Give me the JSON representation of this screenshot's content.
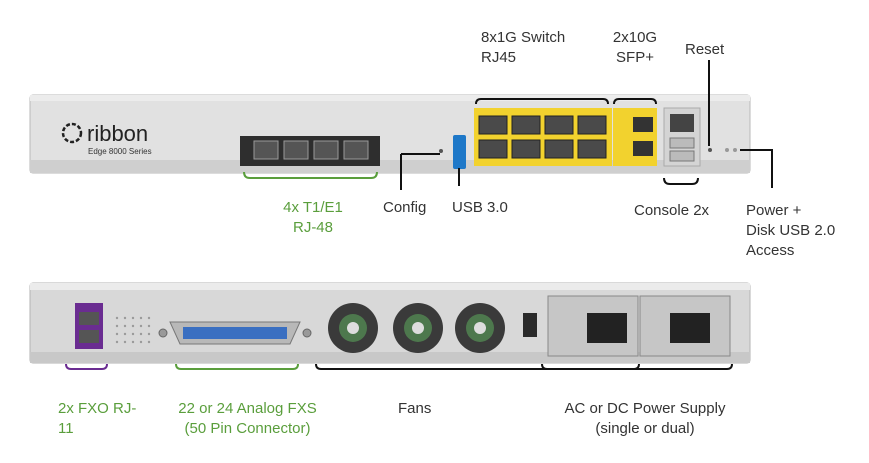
{
  "device": {
    "logo_text": "ribbon",
    "model_text": "Edge 8000 Series"
  },
  "labels": {
    "switch": [
      "8x1G Switch",
      "RJ45"
    ],
    "sfp": [
      "2x10G",
      "SFP+"
    ],
    "reset": "Reset",
    "t1e1": [
      "4x T1/E1",
      "RJ-48"
    ],
    "config": "Config",
    "usb3": "USB  3.0",
    "console": "Console 2x",
    "power": [
      "Power +",
      "Disk USB  2.0",
      "Access"
    ],
    "fxo": [
      "2x FXO RJ-",
      "11"
    ],
    "fxs": [
      "22 or 24 Analog FXS",
      "(50 Pin Connector)"
    ],
    "fans": "Fans",
    "psu": [
      "AC or DC Power Supply",
      "(single or dual)"
    ]
  },
  "colors": {
    "green_label": "#5a9e3c",
    "purple_port": "#6a2c91",
    "switch_yellow": "#f2d22e",
    "usb_blue": "#1e78c8",
    "chassis": "#dcdcdc",
    "label_text": "#333333"
  }
}
